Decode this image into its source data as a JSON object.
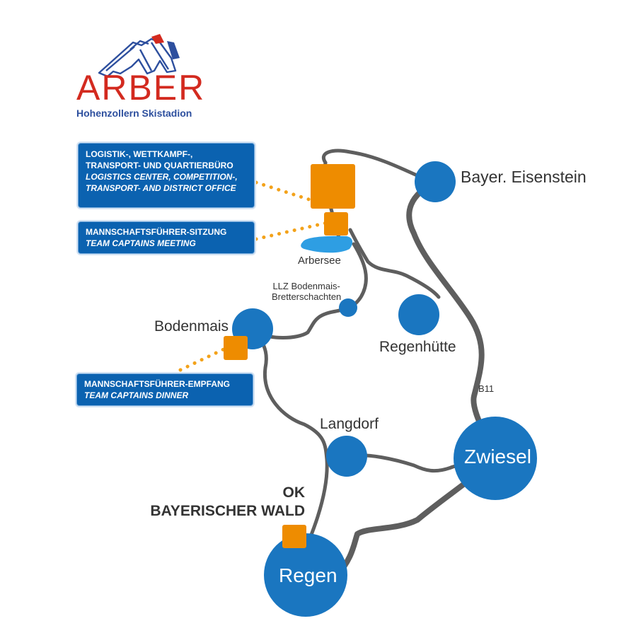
{
  "logo": {
    "word": "ARBER",
    "subtitle": "Hohenzollern Skistadion"
  },
  "boxes": {
    "logistics": {
      "de": "LOGISTIK-, WETTKAMPF-,\nTRANSPORT- UND QUARTIERBÜRO",
      "en": "LOGISTICS CENTER, COMPETITION-,\nTRANSPORT- AND DISTRICT OFFICE"
    },
    "meeting": {
      "de": "MANNSCHAFTSFÜHRER-SITZUNG",
      "en": "TEAM CAPTAINS MEETING"
    },
    "dinner": {
      "de": "MANNSCHAFTSFÜHRER-EMPFANG",
      "en": "TEAM CAPTAINS DINNER"
    }
  },
  "places": {
    "bayer_eisenstein": "Bayer. Eisenstein",
    "arbersee": "Arbersee",
    "llz": "LLZ Bodenmais-\nBretterschachten",
    "bodenmais": "Bodenmais",
    "regenhuette": "Regenhütte",
    "langdorf": "Langdorf",
    "zwiesel": "Zwiesel",
    "regen": "Regen",
    "b11": "B11"
  },
  "ok": "OK\nBAYERISCHER WALD",
  "colors": {
    "road": "#5e5e5e",
    "town": "#1a76c0",
    "venue": "#ee8c00",
    "lake": "#2e9ee3",
    "box": "#0b62b0",
    "logo_red": "#d32a1f",
    "logo_blue": "#2d4f9e"
  }
}
